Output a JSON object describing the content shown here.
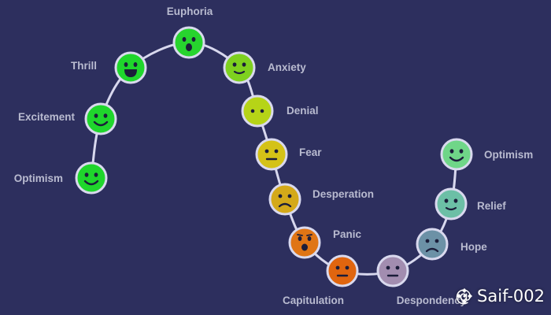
{
  "cycle": {
    "stages": [
      {
        "label": "Optimism",
        "face": "smile",
        "color": "#1fd62c"
      },
      {
        "label": "Excitement",
        "face": "smile",
        "color": "#1fd62c"
      },
      {
        "label": "Thrill",
        "face": "grin",
        "color": "#1fd62c"
      },
      {
        "label": "Euphoria",
        "face": "awe",
        "color": "#27d42e"
      },
      {
        "label": "Anxiety",
        "face": "slight-smile",
        "color": "#7ed11f"
      },
      {
        "label": "Denial",
        "face": "neutral-dots",
        "color": "#b6d417"
      },
      {
        "label": "Fear",
        "face": "flat",
        "color": "#d4c217"
      },
      {
        "label": "Desperation",
        "face": "frown",
        "color": "#d4a91a"
      },
      {
        "label": "Panic",
        "face": "shock",
        "color": "#e07515"
      },
      {
        "label": "Capitulation",
        "face": "flat",
        "color": "#e0650f"
      },
      {
        "label": "Despondency",
        "face": "flat",
        "color": "#a28db0"
      },
      {
        "label": "Hope",
        "face": "frown",
        "color": "#6c91a6"
      },
      {
        "label": "Relief",
        "face": "slight-smile",
        "color": "#6cbfa6"
      },
      {
        "label": "Optimism",
        "face": "smile",
        "color": "#6fd688"
      }
    ],
    "line_color": "#d8d8ee"
  },
  "watermark": {
    "text": "@ Saif-002",
    "icon": "binance-logo-icon"
  }
}
